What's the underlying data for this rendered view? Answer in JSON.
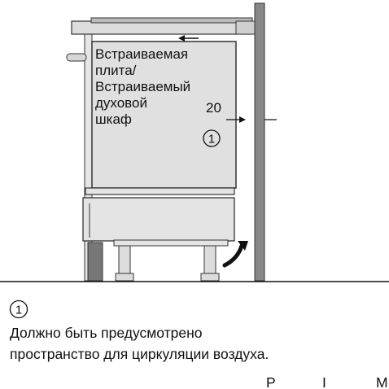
{
  "diagram": {
    "appliance_label": [
      "Встраиваемая",
      "плита/",
      "Встраиваемый",
      "духовой",
      "шкаф"
    ],
    "gap_dimension": "20",
    "marker_number": "1",
    "caption_marker": "1",
    "caption_lines": [
      "Должно быть предусмотрено",
      "пространство для циркуляции воздуха."
    ],
    "footer_fragments": [
      "P",
      "I",
      "M"
    ]
  }
}
